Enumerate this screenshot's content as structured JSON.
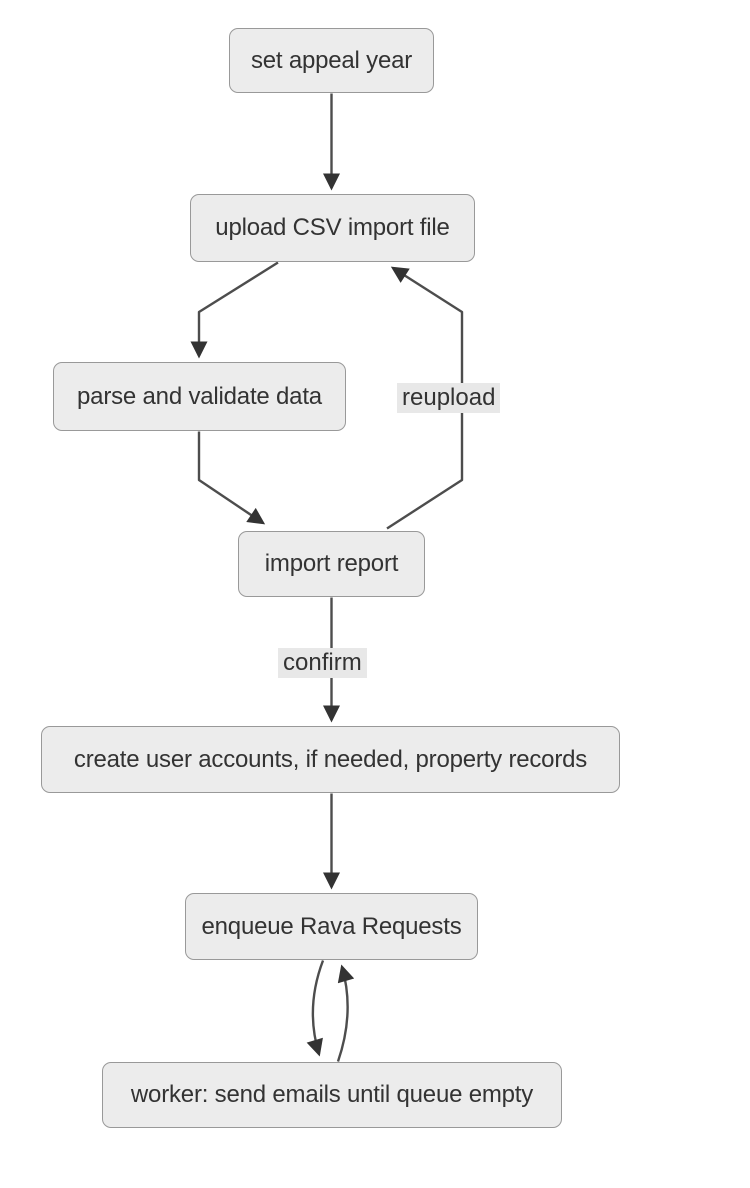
{
  "diagram": {
    "type": "flowchart",
    "direction": "top-down",
    "nodes": [
      {
        "id": "set_appeal_year",
        "label": "set appeal year"
      },
      {
        "id": "upload_csv",
        "label": "upload CSV import file"
      },
      {
        "id": "parse_validate",
        "label": "parse and validate data"
      },
      {
        "id": "import_report",
        "label": "import report"
      },
      {
        "id": "create_records",
        "label": "create user accounts, if needed, property records"
      },
      {
        "id": "enqueue_requests",
        "label": "enqueue Rava Requests"
      },
      {
        "id": "worker",
        "label": "worker: send emails until queue empty"
      }
    ],
    "edges": [
      {
        "from": "set_appeal_year",
        "to": "upload_csv",
        "label": ""
      },
      {
        "from": "upload_csv",
        "to": "parse_validate",
        "label": ""
      },
      {
        "from": "parse_validate",
        "to": "import_report",
        "label": ""
      },
      {
        "from": "import_report",
        "to": "upload_csv",
        "label": "reupload"
      },
      {
        "from": "import_report",
        "to": "create_records",
        "label": "confirm"
      },
      {
        "from": "create_records",
        "to": "enqueue_requests",
        "label": ""
      },
      {
        "from": "enqueue_requests",
        "to": "worker",
        "label": ""
      },
      {
        "from": "worker",
        "to": "enqueue_requests",
        "label": ""
      }
    ],
    "colors": {
      "background": "#ffffff",
      "node_fill": "#ececec",
      "node_border": "#999999",
      "edge_stroke": "#4d4d4d",
      "arrow_fill": "#333333",
      "label_bg": "#e8e8e8",
      "text": "#333333"
    }
  }
}
